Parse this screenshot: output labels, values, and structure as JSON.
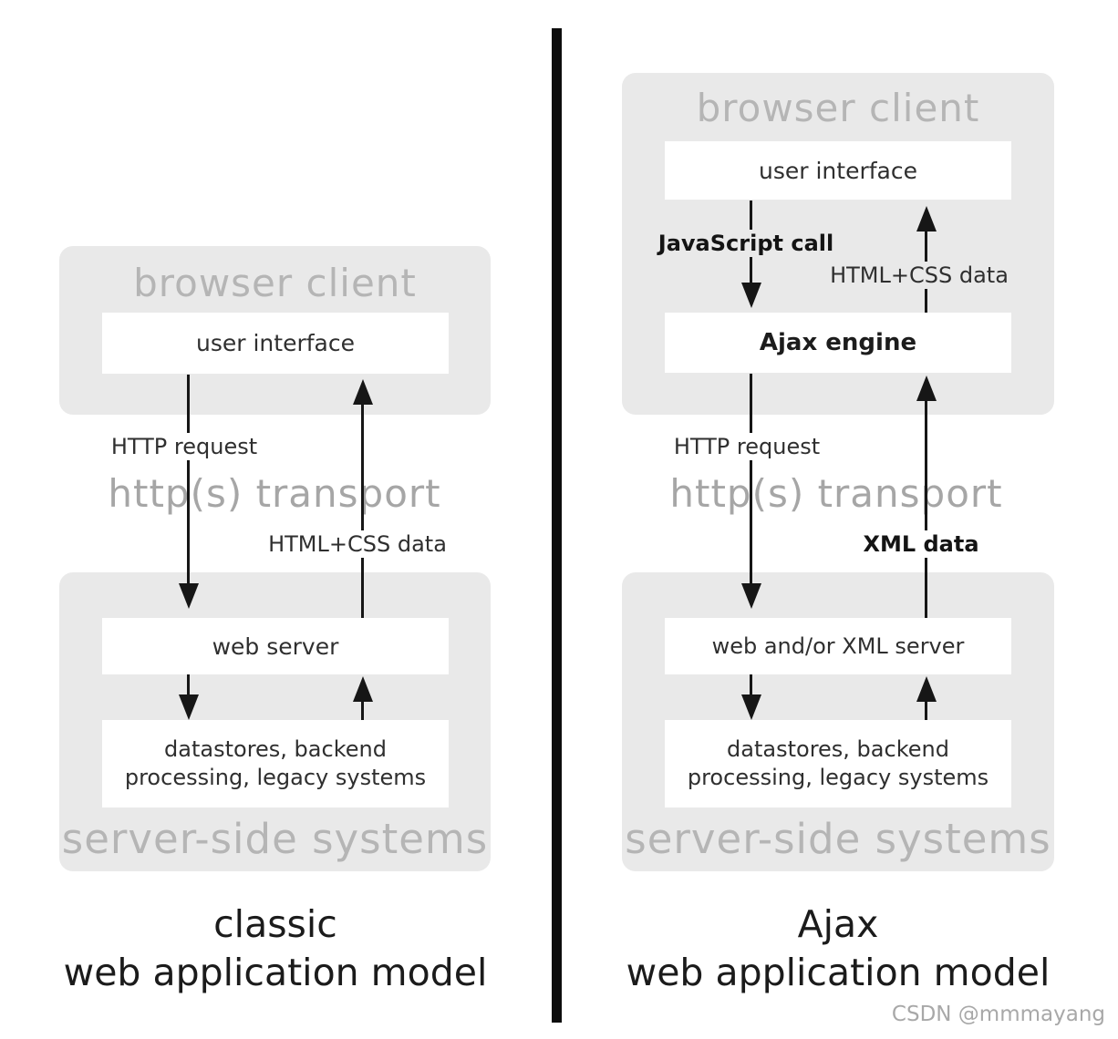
{
  "watermark": "CSDN @mmmayang",
  "panels": {
    "classic": {
      "browser_heading": "browser client",
      "user_interface": "user interface",
      "http_request": "HTTP request",
      "transport": "http(s) transport",
      "response_data": "HTML+CSS data",
      "server_heading": "server-side systems",
      "web_server": "web server",
      "datastores_line1": "datastores, backend",
      "datastores_line2": "processing, legacy systems",
      "title_line1": "classic",
      "title_line2": "web application model"
    },
    "ajax": {
      "browser_heading": "browser client",
      "user_interface": "user interface",
      "js_call": "JavaScript call",
      "html_css_data": "HTML+CSS data",
      "ajax_engine": "Ajax engine",
      "http_request": "HTTP request",
      "transport": "http(s) transport",
      "xml_data": "XML data",
      "server_heading": "server-side systems",
      "web_server": "web and/or XML server",
      "datastores_line1": "datastores, backend",
      "datastores_line2": "processing, legacy systems",
      "title_line1": "Ajax",
      "title_line2": "web application model"
    }
  },
  "colors": {
    "box_gray": "#e9e9e9",
    "heading_gray": "#b5b5b5",
    "transport_gray": "#a6a6a6",
    "label_dark": "#2f2f2f",
    "arrow_black": "#161616",
    "watermark_gray": "#a8a8a8"
  }
}
